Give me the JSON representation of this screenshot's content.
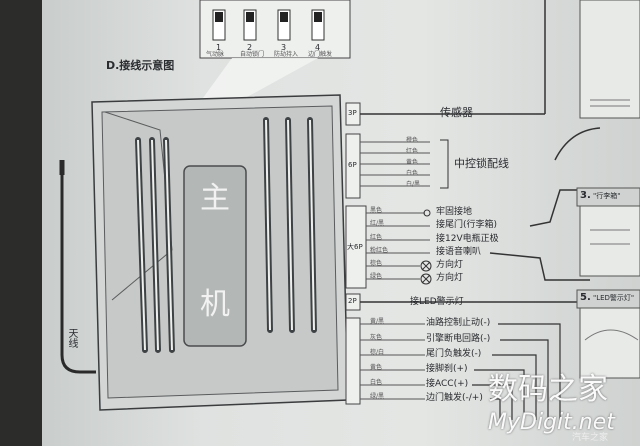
{
  "section": {
    "title": "D.接线示意图"
  },
  "top_switch": {
    "labels": [
      "1",
      "2",
      "3",
      "4"
    ],
    "captions": [
      "气动脉",
      "自动锁门",
      "防劫持入",
      "边门触发"
    ]
  },
  "unit": {
    "char1": "主",
    "char2": "机"
  },
  "connectors": {
    "c3": "3P",
    "c6": "6P",
    "big": "大6P",
    "c2": "2P"
  },
  "sensor": "传感器",
  "wire_colors_6p": [
    "橙色",
    "红色",
    "黄色",
    "白色",
    "白/黑"
  ],
  "central_lock": "中控锁配线",
  "big_colors": [
    "黑色",
    "红/黑",
    "红色",
    "粉红色",
    "棕色",
    "绿色"
  ],
  "big_lines": [
    "牢固接地",
    "接尾门(行李箱)",
    "接12V电瓶正极",
    "接语音喇叭",
    "方向灯",
    "方向灯"
  ],
  "led": "接LED警示灯",
  "bottom_colors": [
    "黄/黑",
    "灰色",
    "棕/白",
    "黄色",
    "白色",
    "绿/黑"
  ],
  "bottom_lines": [
    "油路控制止动(-)",
    "引擎断电回路(-)",
    "尾门负触发(-)",
    "接脚刹(+)",
    "接ACC(+)",
    "边门触发(-/+)"
  ],
  "antenna": "天线",
  "right_box_3": "3.",
  "right_box_3_label": "\"行李箱\"",
  "right_box_5": "5.",
  "right_box_5_label": "\"LED警示灯\"",
  "watermark": {
    "line1": "数码之家",
    "line2": "MyDigit.net",
    "line3": "汽车之家"
  }
}
